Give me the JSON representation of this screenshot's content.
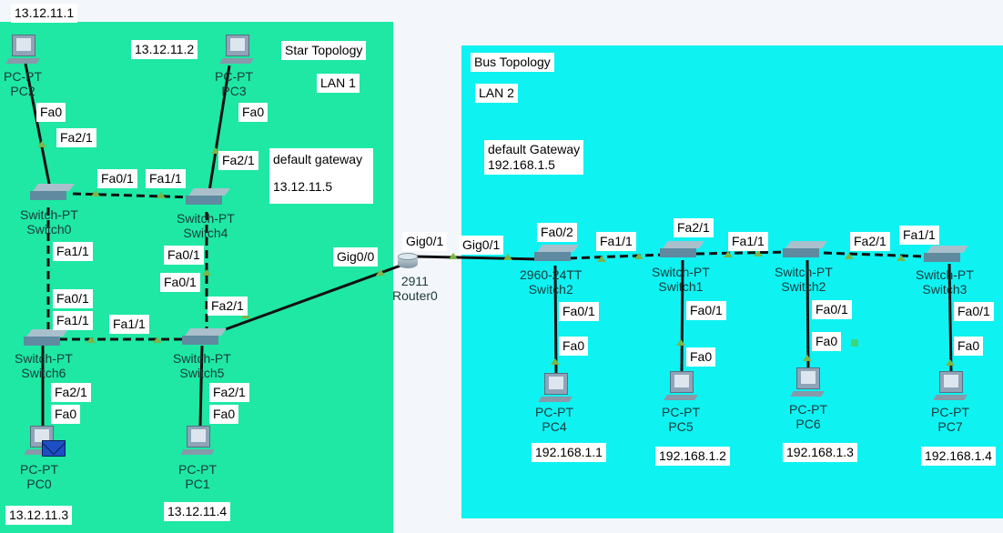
{
  "lan1": {
    "title": "Star Topology",
    "name": "LAN 1",
    "gateway_label": "default gateway",
    "gateway_ip": "13.12.11.5",
    "ips": [
      "13.12.11.1",
      "13.12.11.2",
      "13.12.11.3",
      "13.12.11.4"
    ]
  },
  "lan2": {
    "title": "Bus Topology",
    "name": "LAN 2",
    "gateway_label": "default Gateway",
    "gateway_ip": "192.168.1.5",
    "ips": [
      "192.168.1.1",
      "192.168.1.2",
      "192.168.1.3",
      "192.168.1.4"
    ]
  },
  "devices": {
    "pc_type": "PC-PT",
    "switch_type": "Switch-PT",
    "pc0": "PC0",
    "pc1": "PC1",
    "pc2": "PC2",
    "pc3": "PC3",
    "pc4": "PC4",
    "pc5": "PC5",
    "pc6": "PC6",
    "pc7": "PC7",
    "switch0": "Switch0",
    "switch4": "Switch4",
    "switch5": "Switch5",
    "switch6": "Switch6",
    "switch1": "Switch1",
    "switch2": "Switch2",
    "switch3": "Switch3",
    "switch_2960_type": "2960-24TT",
    "switch_2960": "Switch2",
    "router_type": "2911",
    "router": "Router0"
  },
  "ports": {
    "fa0": "Fa0",
    "fa01": "Fa0/1",
    "fa02": "Fa0/2",
    "fa11": "Fa1/1",
    "fa21": "Fa2/1",
    "gig00": "Gig0/0",
    "gig01": "Gig0/1"
  },
  "colors": {
    "lan1": "#1ee8a4",
    "lan2": "#0ff2f2",
    "link_up": "#7ab648"
  }
}
